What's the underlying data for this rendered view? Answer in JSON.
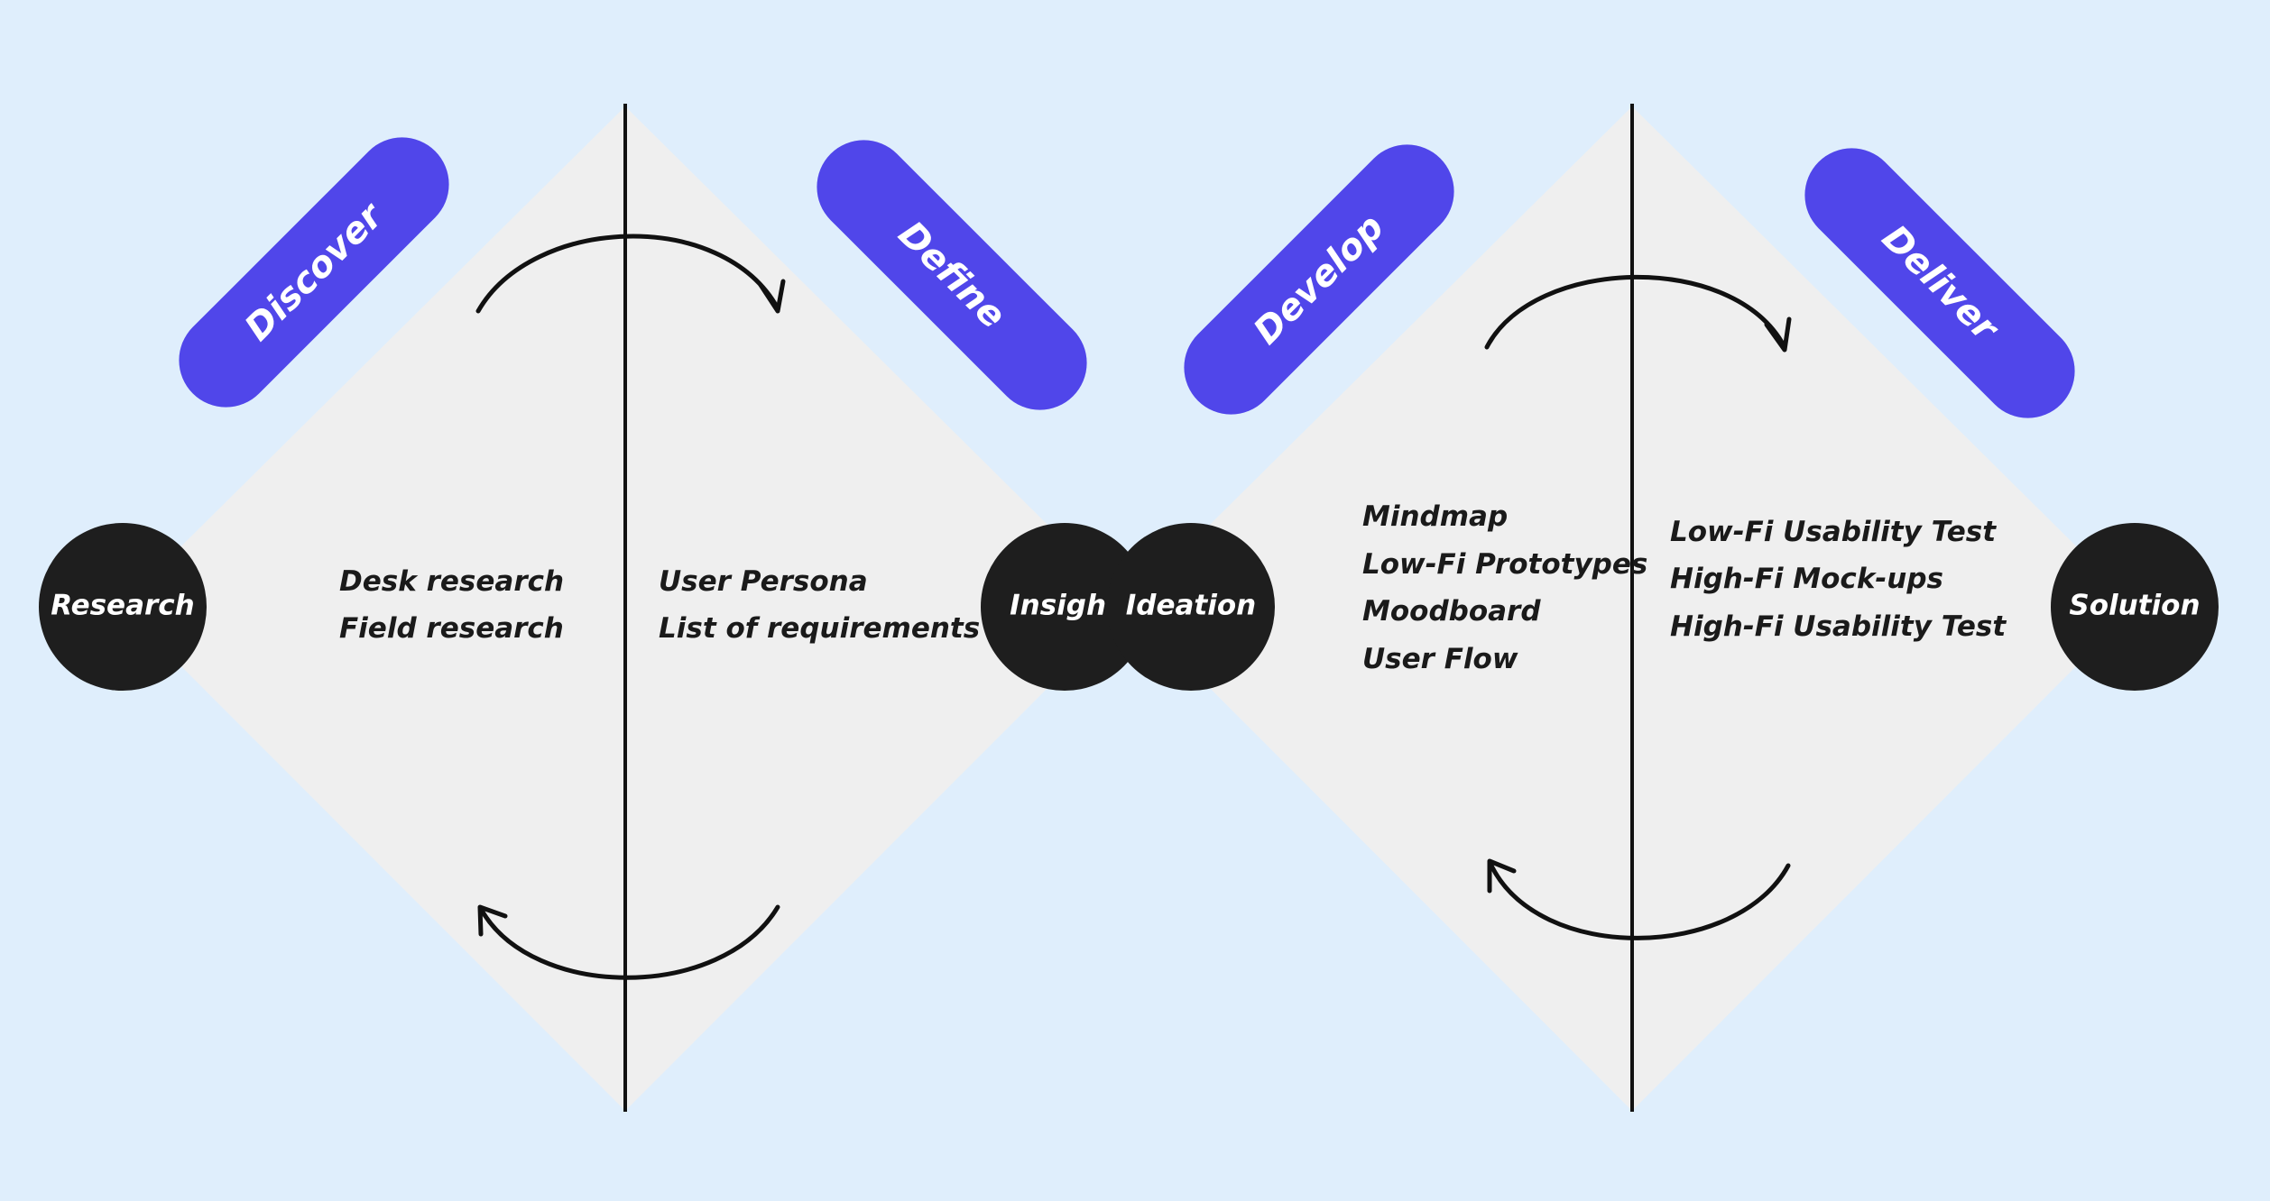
{
  "colors": {
    "background": "#DFEEFC",
    "diamond": "#EFEFEF",
    "node": "#1E1E1E",
    "pill": "#5046EA",
    "ink": "#111111"
  },
  "phases": [
    {
      "label": "Discover"
    },
    {
      "label": "Define"
    },
    {
      "label": "Develop"
    },
    {
      "label": "Deliver"
    }
  ],
  "nodes": {
    "research": "Research",
    "insight": "Insight",
    "ideation": "Ideation",
    "solution": "Solution"
  },
  "lists": {
    "discover": [
      "Desk research",
      "Field research"
    ],
    "define": [
      "User Persona",
      "List of requirements"
    ],
    "develop": [
      "Mindmap",
      "Low-Fi Prototypes",
      "Moodboard",
      "User Flow"
    ],
    "deliver": [
      "Low-Fi Usability Test",
      "High-Fi Mock-ups",
      "High-Fi Usability Test"
    ]
  }
}
